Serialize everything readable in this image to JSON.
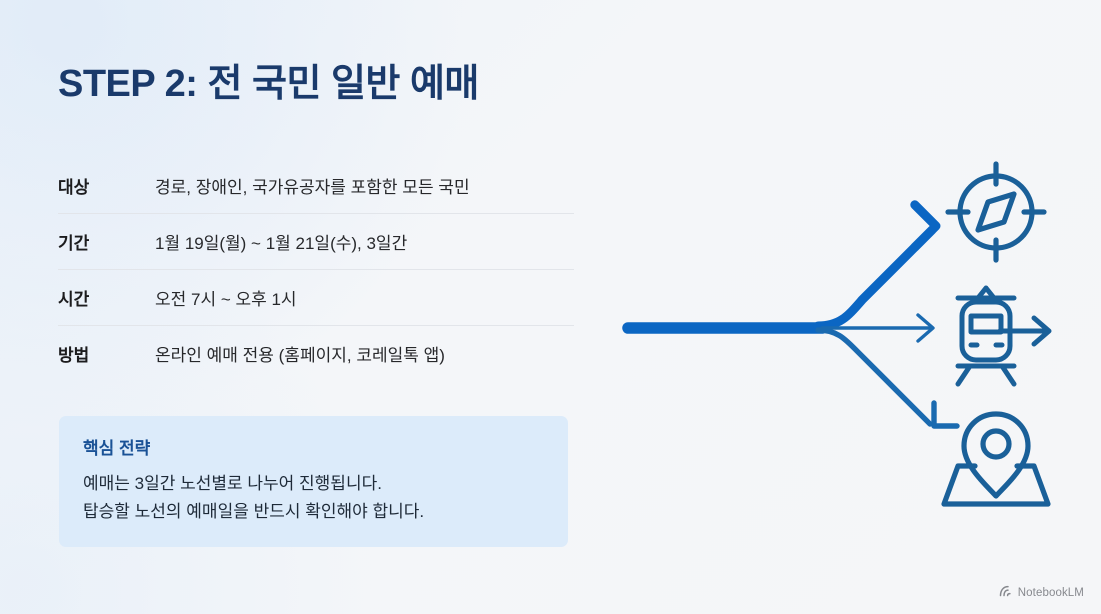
{
  "slide": {
    "title": "STEP 2: 전 국민 일반 예매",
    "background_color": "#f4f6f9",
    "accent_color": "#0b66c3",
    "title_color": "#1a3a6b"
  },
  "spec_table": {
    "rows": [
      {
        "label": "대상",
        "value": "경로, 장애인, 국가유공자를 포함한 모든 국민"
      },
      {
        "label": "기간",
        "value": "1월 19일(월) ~ 1월 21일(수), 3일간"
      },
      {
        "label": "시간",
        "value": "오전 7시 ~ 오후 1시"
      },
      {
        "label": "방법",
        "value": "온라인 예매 전용 (홈페이지, 코레일톡 앱)"
      }
    ]
  },
  "callout": {
    "title": "핵심 전략",
    "line1": "예매는 3일간 노선별로 나누어 진행됩니다.",
    "line2": "탑승할 노선의 예매일을 반드시 확인해야 합니다.",
    "background_color": "#dcebfa",
    "title_color": "#1a5296"
  },
  "graphic": {
    "description": "branching-arrow-diagram",
    "trunk_color": "#0b66c3",
    "branches": [
      {
        "name": "up-branch",
        "target_icon": "compass-icon",
        "weight": "thick"
      },
      {
        "name": "middle-branch",
        "target_icon": "train-icon",
        "weight": "thin"
      },
      {
        "name": "down-branch",
        "target_icon": "map-pin-icon",
        "weight": "medium"
      }
    ],
    "icon_color": "#1a6099"
  },
  "watermark": {
    "label": "NotebookLM",
    "icon": "notebooklm-logo-icon"
  }
}
